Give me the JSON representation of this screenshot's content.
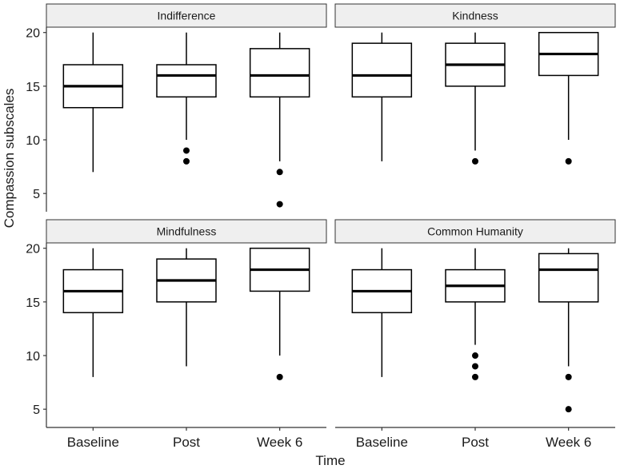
{
  "chart_data": {
    "type": "boxplot",
    "xlabel": "Time",
    "ylabel": "Compassion subscales",
    "categories": [
      "Baseline",
      "Post",
      "Week 6"
    ],
    "yticks": [
      5,
      10,
      15,
      20
    ],
    "ylim": [
      3.3,
      20.5
    ],
    "grid": false,
    "facets": [
      {
        "title": "Indifference",
        "boxes": [
          {
            "category": "Baseline",
            "min": 7,
            "q1": 13,
            "median": 15,
            "q3": 17,
            "max": 20,
            "outliers": []
          },
          {
            "category": "Post",
            "min": 10,
            "q1": 14,
            "median": 16,
            "q3": 17,
            "max": 20,
            "outliers": [
              8,
              9
            ]
          },
          {
            "category": "Week 6",
            "min": 8,
            "q1": 14,
            "median": 16,
            "q3": 18.5,
            "max": 20,
            "outliers": [
              4,
              7
            ]
          }
        ]
      },
      {
        "title": "Kindness",
        "boxes": [
          {
            "category": "Baseline",
            "min": 8,
            "q1": 14,
            "median": 16,
            "q3": 19,
            "max": 20,
            "outliers": []
          },
          {
            "category": "Post",
            "min": 9,
            "q1": 15,
            "median": 17,
            "q3": 19,
            "max": 20,
            "outliers": [
              8
            ]
          },
          {
            "category": "Week 6",
            "min": 10,
            "q1": 16,
            "median": 18,
            "q3": 20,
            "max": 20,
            "outliers": [
              8
            ]
          }
        ]
      },
      {
        "title": "Mindfulness",
        "boxes": [
          {
            "category": "Baseline",
            "min": 8,
            "q1": 14,
            "median": 16,
            "q3": 18,
            "max": 20,
            "outliers": []
          },
          {
            "category": "Post",
            "min": 9,
            "q1": 15,
            "median": 17,
            "q3": 19,
            "max": 20,
            "outliers": []
          },
          {
            "category": "Week 6",
            "min": 10,
            "q1": 16,
            "median": 18,
            "q3": 20,
            "max": 20,
            "outliers": [
              8
            ]
          }
        ]
      },
      {
        "title": "Common Humanity",
        "boxes": [
          {
            "category": "Baseline",
            "min": 8,
            "q1": 14,
            "median": 16,
            "q3": 18,
            "max": 20,
            "outliers": []
          },
          {
            "category": "Post",
            "min": 11,
            "q1": 15,
            "median": 16.5,
            "q3": 18,
            "max": 20,
            "outliers": [
              8,
              9,
              10
            ]
          },
          {
            "category": "Week 6",
            "min": 9,
            "q1": 15,
            "median": 18,
            "q3": 19.5,
            "max": 20,
            "outliers": [
              5,
              8
            ]
          }
        ]
      }
    ]
  }
}
